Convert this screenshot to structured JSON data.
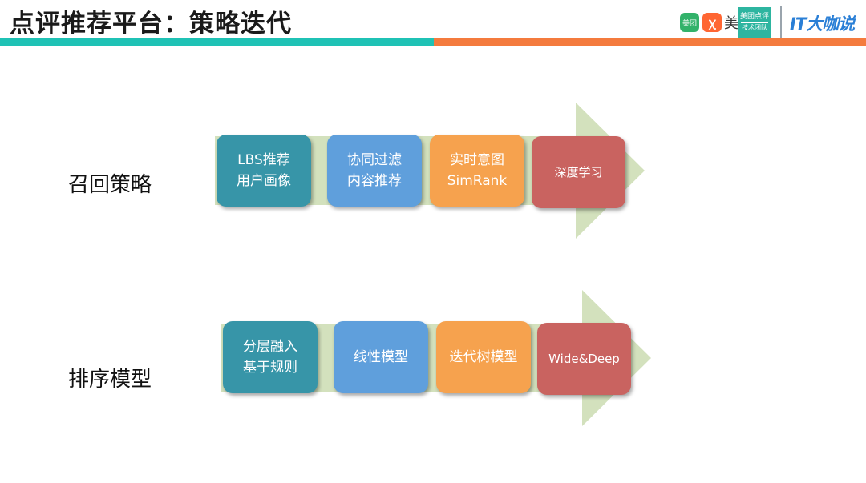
{
  "header": {
    "title": "点评推荐平台：策略迭代",
    "logos": {
      "meituan": "美团",
      "mei_char": "美",
      "team_line1": "美团点评",
      "team_line2": "技术团队",
      "it_brand": "IT大咖说"
    },
    "colors": {
      "teal_bar": "#1fc2b5",
      "orange_bar": "#f47b3e"
    }
  },
  "rows": [
    {
      "label": "召回策略",
      "steps": [
        {
          "line1": "LBS推荐",
          "line2": "用户画像",
          "color": "#3795a8"
        },
        {
          "line1": "协同过滤",
          "line2": "内容推荐",
          "color": "#5f9fdc"
        },
        {
          "line1": "实时意图",
          "line2": "SimRank",
          "color": "#f6a24e"
        },
        {
          "line1": "深度学习",
          "line2": "",
          "color": "#c96360"
        }
      ]
    },
    {
      "label": "排序模型",
      "steps": [
        {
          "line1": "分层融入",
          "line2": "基于规则",
          "color": "#3795a8"
        },
        {
          "line1": "线性模型",
          "line2": "",
          "color": "#5f9fdc"
        },
        {
          "line1": "迭代树模型",
          "line2": "",
          "color": "#f6a24e"
        },
        {
          "line1": "Wide&Deep",
          "line2": "",
          "color": "#c96360"
        }
      ]
    }
  ],
  "arrow_color": "#d3e1bd"
}
